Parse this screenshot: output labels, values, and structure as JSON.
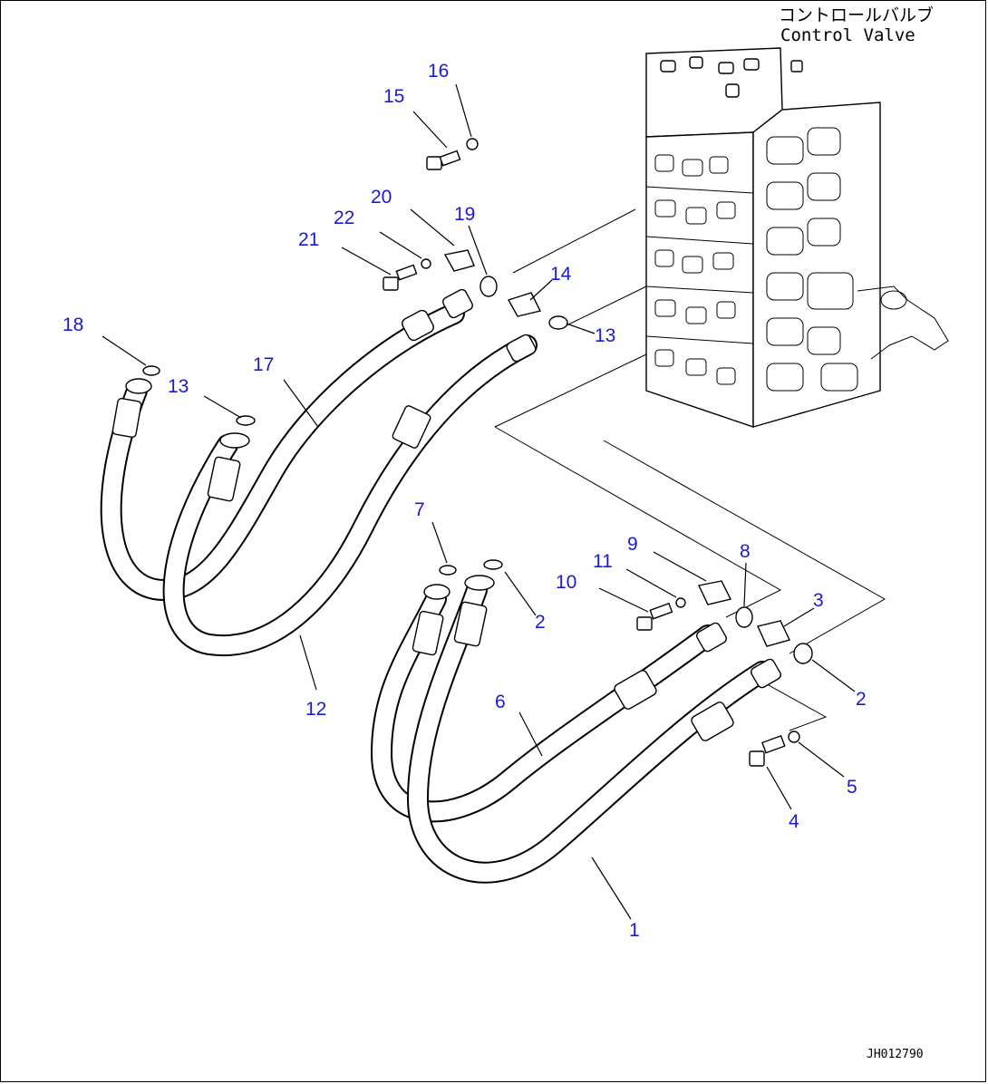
{
  "title": {
    "jp": "コントロールバルブ",
    "en": "Control Valve"
  },
  "drawing_id": "JH012790",
  "callouts": [
    {
      "id": "c1",
      "label": "1"
    },
    {
      "id": "c2a",
      "label": "2"
    },
    {
      "id": "c2b",
      "label": "2"
    },
    {
      "id": "c3",
      "label": "3"
    },
    {
      "id": "c4",
      "label": "4"
    },
    {
      "id": "c5",
      "label": "5"
    },
    {
      "id": "c6",
      "label": "6"
    },
    {
      "id": "c7",
      "label": "7"
    },
    {
      "id": "c8",
      "label": "8"
    },
    {
      "id": "c9",
      "label": "9"
    },
    {
      "id": "c10",
      "label": "10"
    },
    {
      "id": "c11",
      "label": "11"
    },
    {
      "id": "c12",
      "label": "12"
    },
    {
      "id": "c13a",
      "label": "13"
    },
    {
      "id": "c13b",
      "label": "13"
    },
    {
      "id": "c14",
      "label": "14"
    },
    {
      "id": "c15",
      "label": "15"
    },
    {
      "id": "c16",
      "label": "16"
    },
    {
      "id": "c17",
      "label": "17"
    },
    {
      "id": "c18",
      "label": "18"
    },
    {
      "id": "c19",
      "label": "19"
    },
    {
      "id": "c20",
      "label": "20"
    },
    {
      "id": "c21",
      "label": "21"
    },
    {
      "id": "c22",
      "label": "22"
    }
  ],
  "colors": {
    "callout": "#1a1ad6",
    "line": "#000000",
    "background": "#ffffff"
  }
}
